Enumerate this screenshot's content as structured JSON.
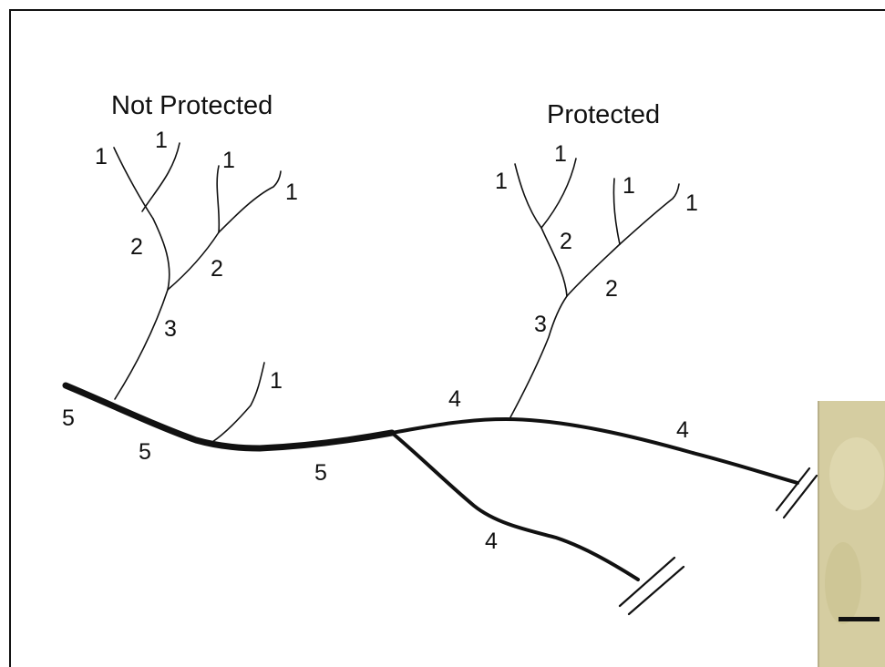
{
  "labels": {
    "not_protected": "Not Protected",
    "protected": "Protected"
  },
  "stream_orders": {
    "left_tip_a": "1",
    "left_tip_b": "1",
    "left_tip_c": "1",
    "left_tip_d": "1",
    "left_order2_a": "2",
    "left_order2_b": "2",
    "left_order3": "3",
    "trunk_tip": "1",
    "trunk_start": "5",
    "trunk_mid": "5",
    "trunk_center": "5",
    "main_right_upper": "4",
    "main_right_lower": "4",
    "lower_branch": "4",
    "right_tip_a": "1",
    "right_tip_b": "1",
    "right_tip_c": "1",
    "right_tip_d": "1",
    "right_order2_a": "2",
    "right_order2_b": "2",
    "right_order3": "3"
  },
  "colors": {
    "line": "#111111",
    "inset_bg": "#d9d2a8"
  }
}
